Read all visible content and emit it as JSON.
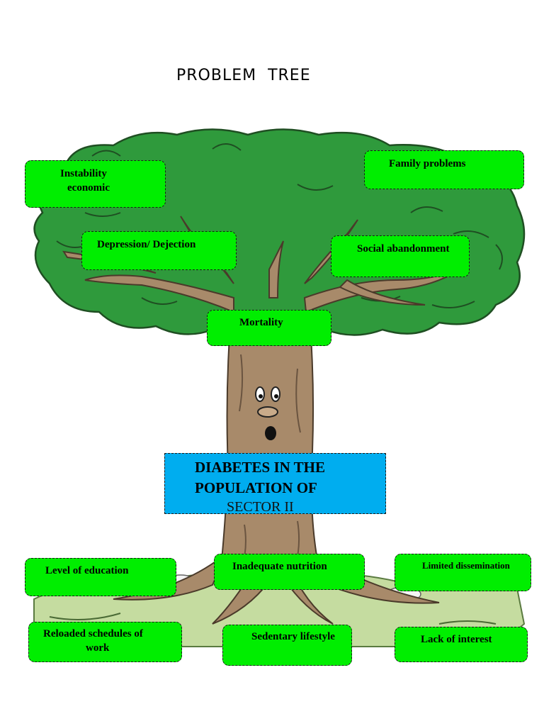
{
  "title": "PROBLEM  TREE",
  "effects": {
    "instability_line1": "Instability",
    "instability_line2": "economic",
    "family_problems": "Family problems",
    "depression": "Depression/ Dejection",
    "social_abandonment": "Social abandonment",
    "mortality": "Mortality"
  },
  "core_problem": {
    "line1": "DIABETES IN THE",
    "line2": "POPULATION OF",
    "line3": "SECTOR II"
  },
  "causes": {
    "level_of_education": "Level of education",
    "inadequate_nutrition": "Inadequate nutrition",
    "limited_dissemination": "Limited dissemination",
    "reloaded_line1": "Reloaded schedules of",
    "reloaded_line2": "work",
    "sedentary_lifestyle": "Sedentary lifestyle",
    "lack_of_interest": "Lack of interest"
  },
  "colors": {
    "box_green": "#00ee00",
    "core_blue": "#00adef",
    "foliage": "#2f9a3c",
    "foliage_dark": "#1f6e2a",
    "trunk": "#a88a6a",
    "ground": "#c5dca0"
  }
}
